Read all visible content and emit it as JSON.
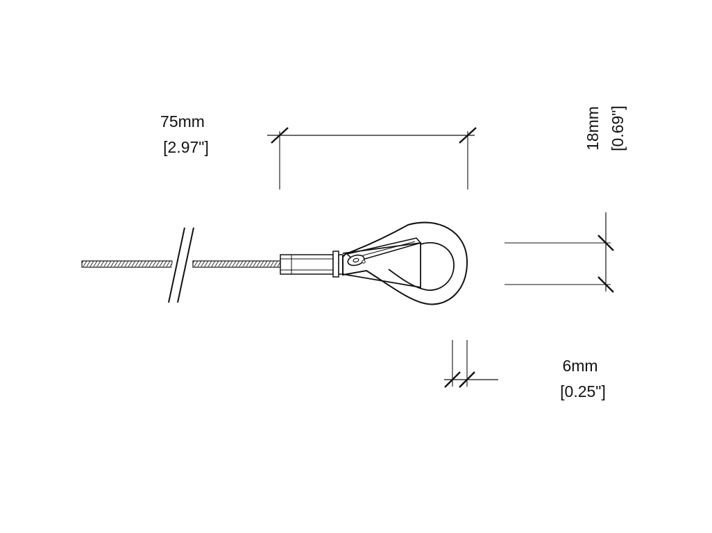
{
  "dimensions": {
    "length": {
      "metric": "75mm",
      "imperial": "[2.97\"]"
    },
    "height": {
      "metric": "18mm",
      "imperial": "[0.69\"]"
    },
    "thickness": {
      "metric": "6mm",
      "imperial": "[0.25\"]"
    }
  }
}
